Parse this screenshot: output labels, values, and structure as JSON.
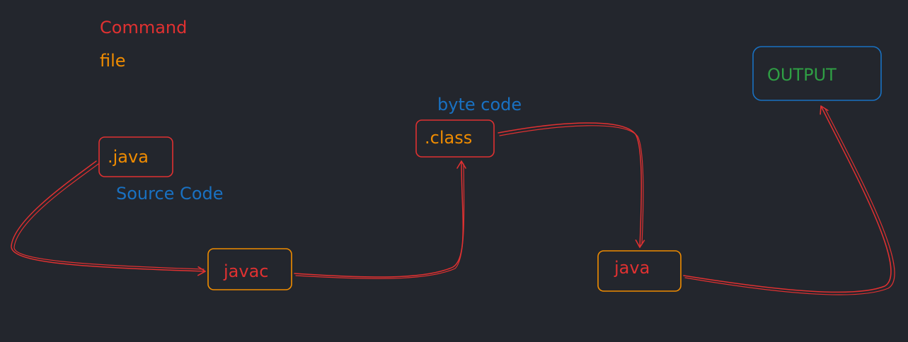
{
  "legend": {
    "command_label": "Command",
    "file_label": "file"
  },
  "nodes": {
    "java_file": ".java",
    "javac_cmd": "javac",
    "class_file": ".class",
    "java_cmd": "java",
    "output": "OUTPUT"
  },
  "annotations": {
    "source_code": "Source Code",
    "byte_code": "byte code"
  },
  "colors": {
    "background": "#23262d",
    "command": "#e03131",
    "file": "#f08c00",
    "annotation": "#1971c2",
    "output_text": "#2f9e44",
    "output_border": "#1971c2"
  }
}
